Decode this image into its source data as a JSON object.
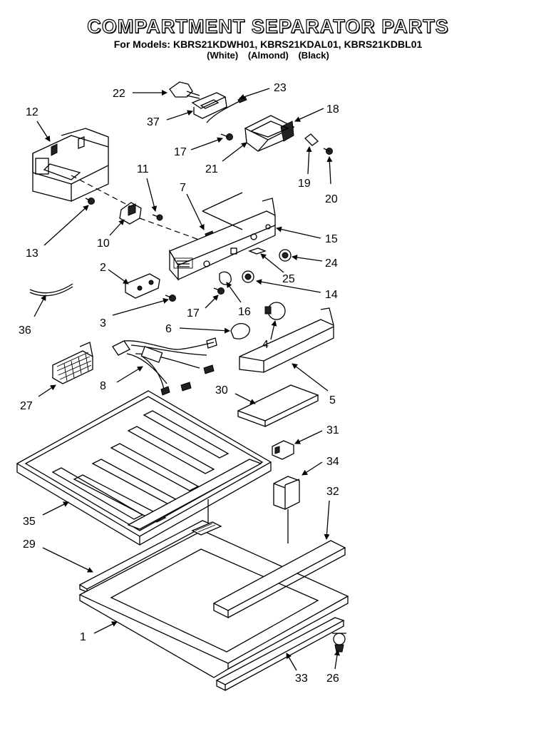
{
  "header": {
    "title": "COMPARTMENT SEPARATOR PARTS",
    "models_line": "For Models: KBRS21KDWH01, KBRS21KDAL01, KBRS21KDBL01",
    "colors_line": "(White)    (Almond)    (Black)"
  },
  "callouts": {
    "c1": "1",
    "c2": "2",
    "c3": "3",
    "c4": "4",
    "c5": "5",
    "c6": "6",
    "c7": "7",
    "c8": "8",
    "c10": "10",
    "c11": "11",
    "c12": "12",
    "c13": "13",
    "c14": "14",
    "c15": "15",
    "c16": "16",
    "c17a": "17",
    "c17b": "17",
    "c18": "18",
    "c19": "19",
    "c20": "20",
    "c21": "21",
    "c22": "22",
    "c23": "23",
    "c24": "24",
    "c25": "25",
    "c26": "26",
    "c27": "27",
    "c29": "29",
    "c30": "30",
    "c31": "31",
    "c32": "32",
    "c33": "33",
    "c34": "34",
    "c35": "35",
    "c36": "36",
    "c37": "37"
  },
  "colors": {
    "line": "#000000",
    "background": "#ffffff"
  }
}
